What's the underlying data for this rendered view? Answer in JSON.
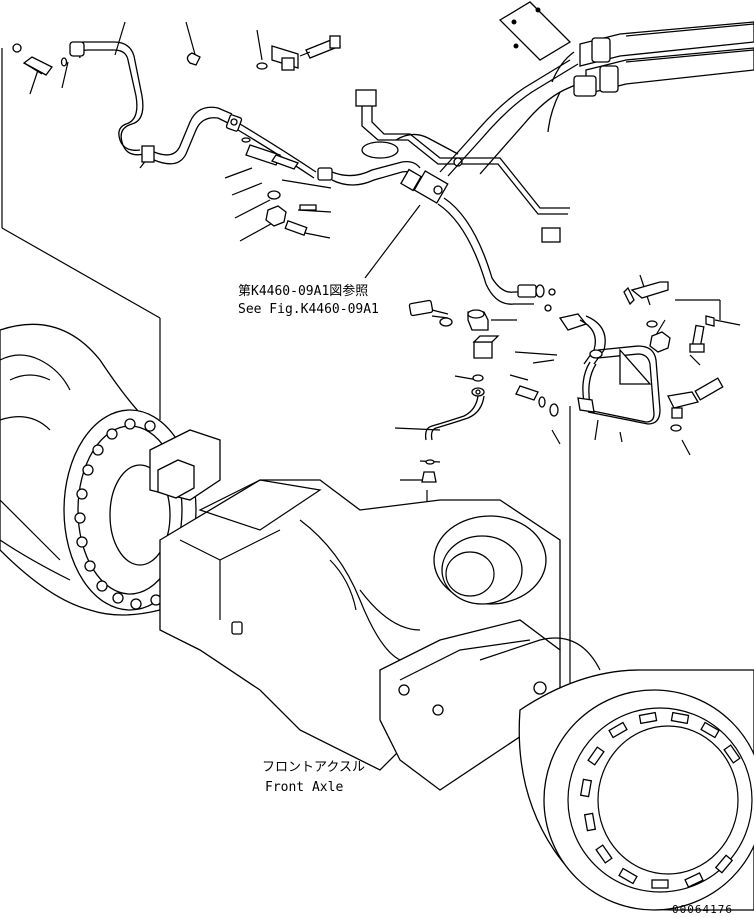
{
  "reference": {
    "ja": "第K4460-09A1図参照",
    "en": "See Fig.K4460-09A1"
  },
  "component": {
    "ja": "フロントアクスル",
    "en": "Front Axle"
  },
  "drawing_number": "00064176"
}
